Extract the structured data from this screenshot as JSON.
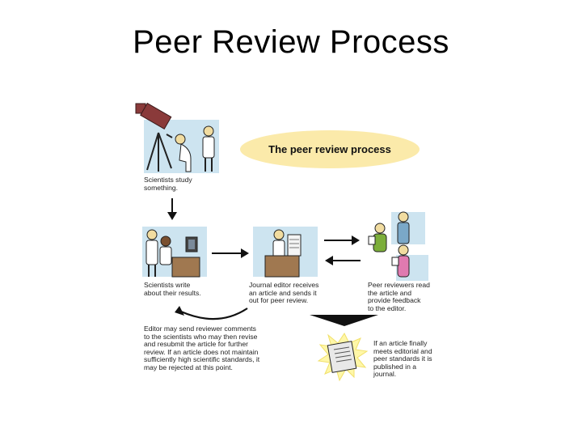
{
  "slide": {
    "title": "Peer Review Process"
  },
  "diagram": {
    "heading": "The peer review process",
    "captions": {
      "study": "Scientists study\nsomething.",
      "write": "Scientists write\nabout their results.",
      "editor": "Journal editor receives\nan article and sends it\nout for peer review.",
      "reviewers": "Peer reviewers read\nthe article and\nprovide feedback\nto the editor.",
      "revise": "Editor may send reviewer comments\nto the scientists who may then revise\nand resubmit the article for further\nreview.  If an article does not maintain\nsufficiently high scientific standards, it\nmay be rejected at this point.",
      "published": "If an article finally\nmeets editorial and\npeer standards it is\npublished in a\njournal."
    },
    "colors": {
      "heading_bg": "#fbeaaa",
      "panel_bg": "#cde4f0",
      "telescope": "#8a3a3a",
      "reviewer_green": "#7cae3a",
      "reviewer_pink": "#e07ab0",
      "desk": "#a07850",
      "journal_burst": "#fff7a8"
    }
  }
}
